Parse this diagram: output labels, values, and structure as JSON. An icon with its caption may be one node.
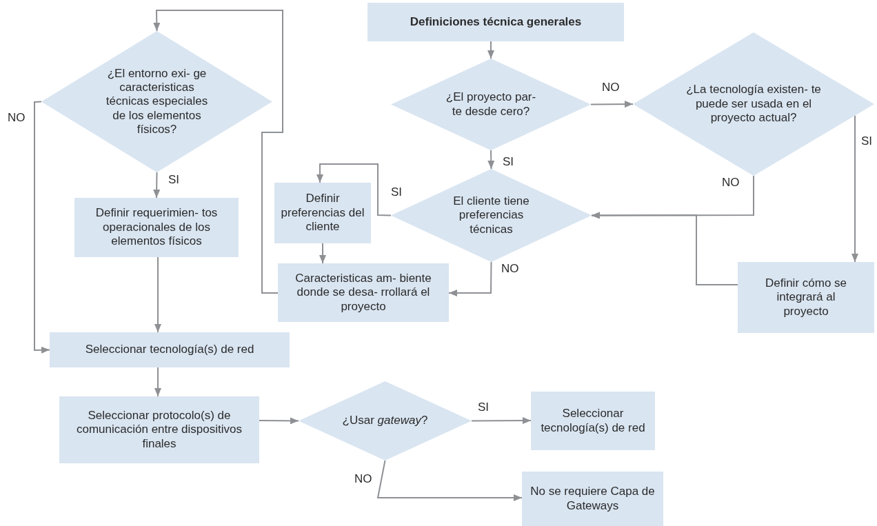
{
  "diagram": {
    "nodes": [
      {
        "text": [
          "Definiciones técnica generales"
        ]
      },
      {
        "text": [
          "¿El proyecto par- te desde cero?"
        ]
      },
      {
        "text": [
          "¿La tecnología existen- te puede ser usada en el proyecto actual?"
        ]
      },
      {
        "text": [
          "El cliente tiene preferencias técnicas"
        ]
      },
      {
        "text": [
          "Definir preferencias del cliente"
        ]
      },
      {
        "text": [
          "Caracteristicas am- biente donde se desa- rrollará el proyecto"
        ]
      },
      {
        "text": [
          "Definir cómo se integrará al proyecto"
        ]
      },
      {
        "text": [
          "¿El entorno exi- ge caracteristicas técnicas especiales de los elementos físicos?"
        ]
      },
      {
        "text": [
          "Definir requerimien- tos operacionales de los elementos físicos"
        ]
      },
      {
        "text": [
          "Seleccionar tecnología(s) de red"
        ]
      },
      {
        "text": [
          "Seleccionar protocolo(s) de comunicación entre dispositivos finales"
        ]
      },
      {
        "text": [
          "¿Usar *gateway*?"
        ]
      },
      {
        "text": [
          "Seleccionar tecnología(s) de red"
        ]
      },
      {
        "text": [
          "No se requiere Capa de Gateways"
        ]
      }
    ],
    "edges": [
      {
        "from": 0,
        "to": 1,
        "arrow": "to"
      },
      {
        "from": 1,
        "to": 2,
        "arrow": "to",
        "label": "NO"
      },
      {
        "from": 1,
        "to": 3,
        "arrow": "to",
        "label": "SI"
      },
      {
        "from": 2,
        "to": 3,
        "arrow": "to",
        "label": "NO"
      },
      {
        "from": 2,
        "to": 6,
        "arrow": "to",
        "label": "SI"
      },
      {
        "from": 6,
        "to": 3,
        "arrow": "to"
      },
      {
        "from": 3,
        "to": 4,
        "arrow": "to",
        "label": "SI"
      },
      {
        "from": 3,
        "to": 5,
        "arrow": "to",
        "label": "NO"
      },
      {
        "from": 4,
        "to": 5,
        "arrow": "to"
      },
      {
        "from": 5,
        "to": 7,
        "arrow": "to"
      },
      {
        "from": 7,
        "to": 8,
        "arrow": "to",
        "label": "SI"
      },
      {
        "from": 7,
        "to": 9,
        "arrow": "to",
        "label": "NO"
      },
      {
        "from": 8,
        "to": 9,
        "arrow": "to"
      },
      {
        "from": 9,
        "to": 10,
        "arrow": "to"
      },
      {
        "from": 10,
        "to": 11,
        "arrow": "to"
      },
      {
        "from": 11,
        "to": 12,
        "arrow": "to",
        "label": "SI"
      },
      {
        "from": 11,
        "to": 13,
        "arrow": "to",
        "label": "NO"
      }
    ]
  }
}
